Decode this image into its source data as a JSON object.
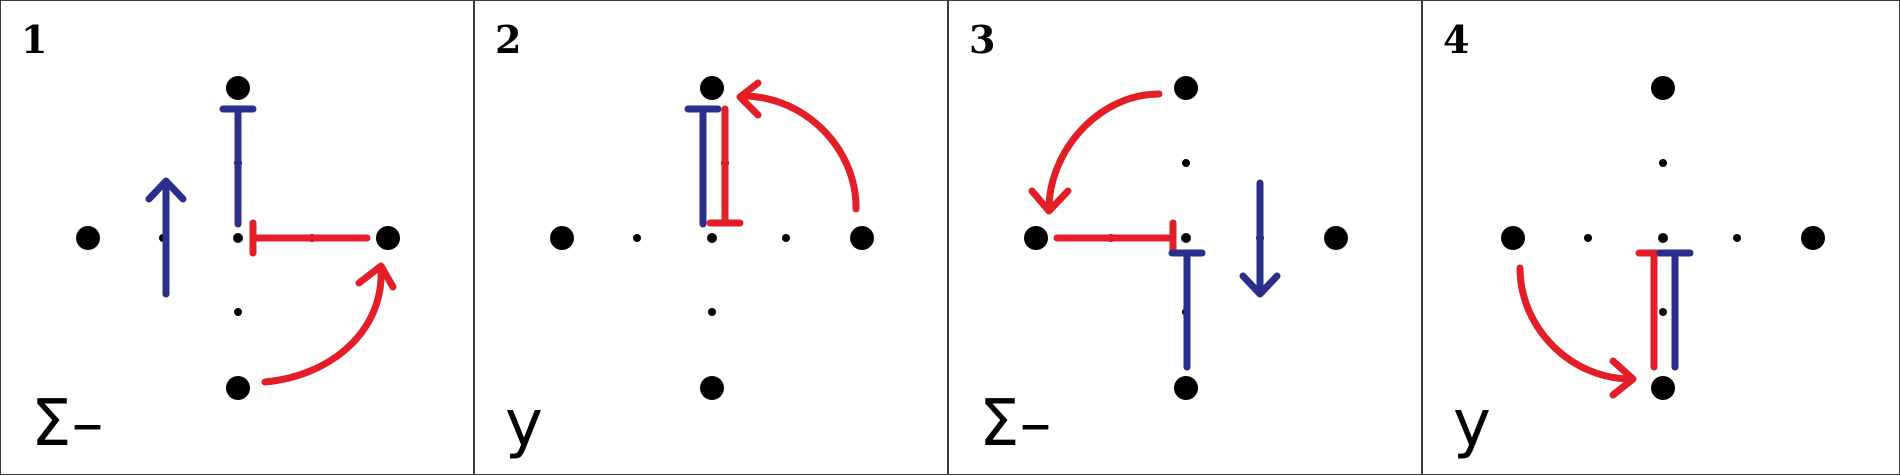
{
  "colors": {
    "blue": "#2b2f8c",
    "red": "#e41e26",
    "dot": "#000000",
    "border": "#3a3a3a"
  },
  "panels": [
    {
      "number": "1",
      "symbol": "Σ–"
    },
    {
      "number": "2",
      "symbol": "y"
    },
    {
      "number": "3",
      "symbol": "Σ–"
    },
    {
      "number": "4",
      "symbol": "y"
    }
  ]
}
